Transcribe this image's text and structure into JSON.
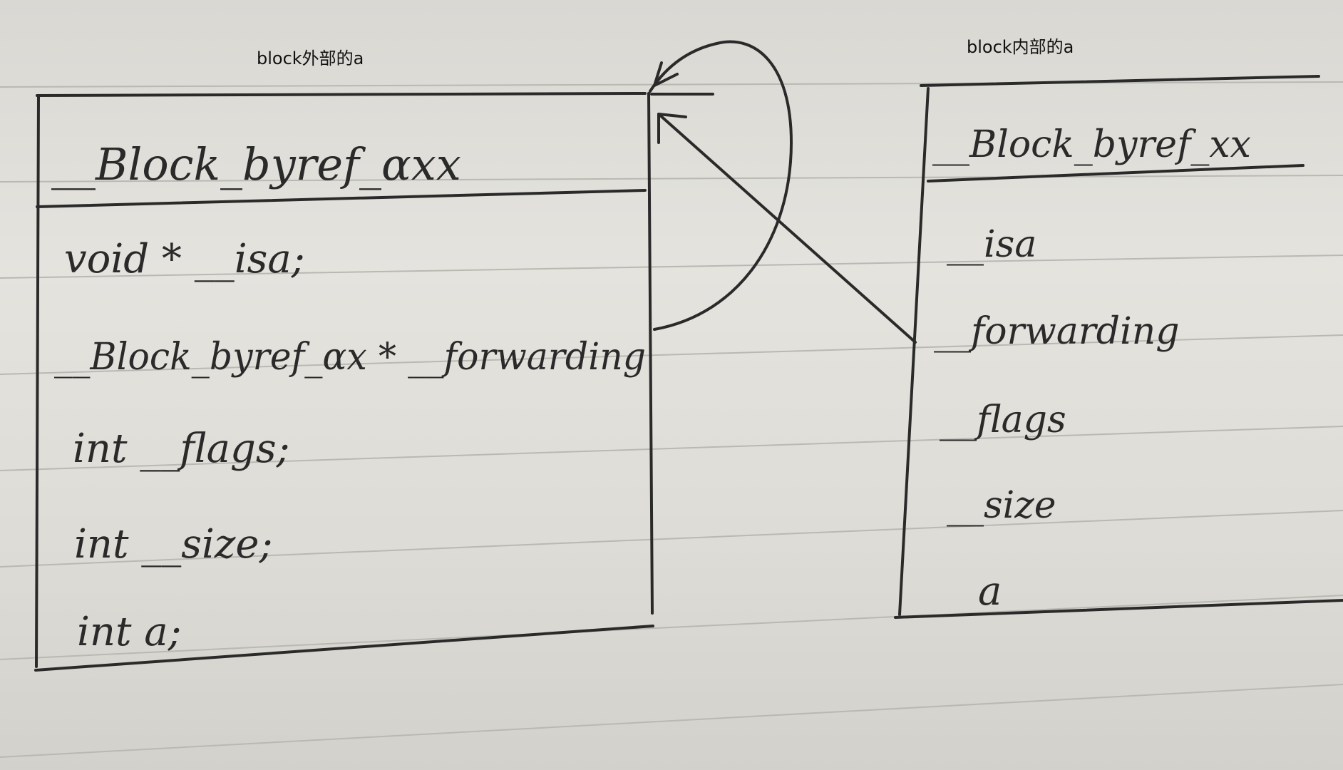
{
  "left_caption": "block外部的a",
  "right_caption": "block内部的a",
  "left_struct": {
    "title": "__Block_byref_αxx",
    "fields": [
      "void * __isa;",
      "__Block_byref_αx * __forwarding",
      "int __flags;",
      "int __size;",
      "int a;"
    ]
  },
  "right_struct": {
    "title": "__Block_byref_xx",
    "fields": [
      "__isa",
      "__forwarding",
      "__flags",
      "__size",
      "a"
    ]
  },
  "colors": {
    "ink": "#2a2a2a",
    "paper": "#e2e1dc",
    "rule": "#b9b8b3"
  }
}
